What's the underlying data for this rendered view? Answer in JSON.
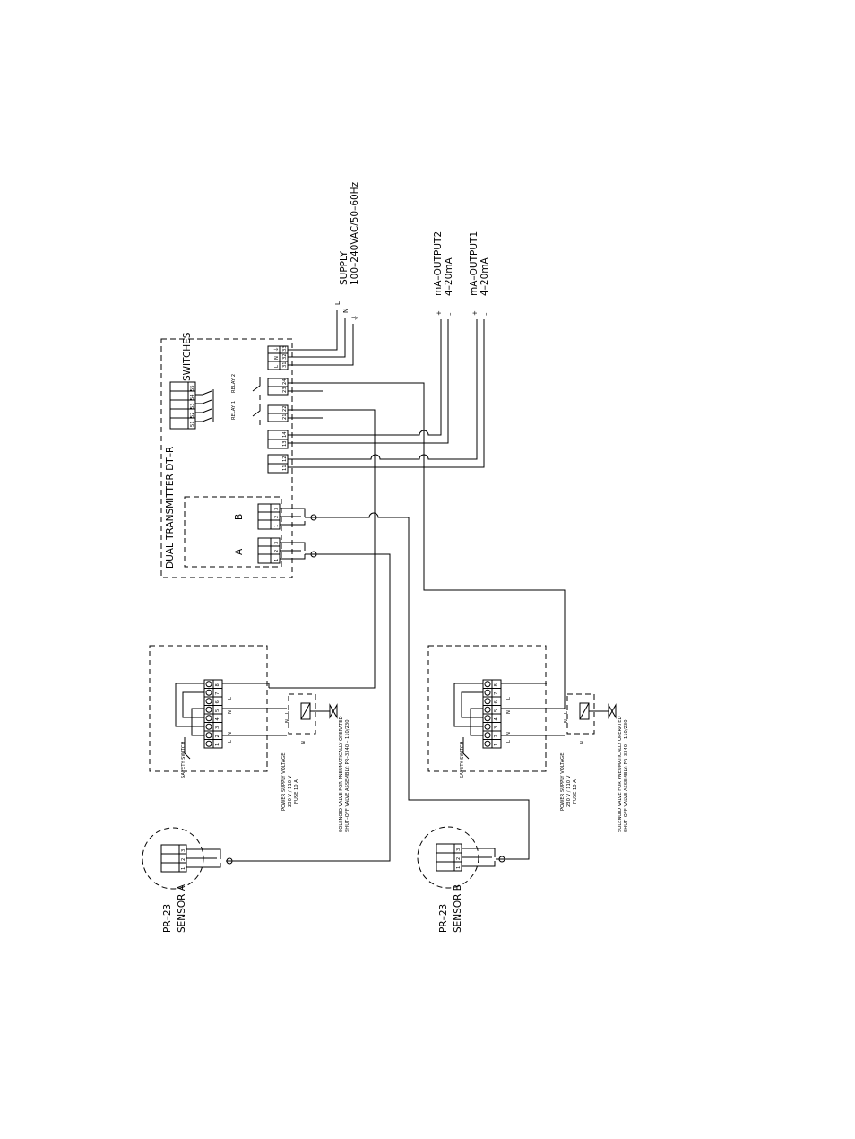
{
  "supply": {
    "title": "SUPPLY",
    "rating": "100–240VAC/50–60Hz",
    "L": "L",
    "N": "N",
    "PE": "⏚"
  },
  "output2": {
    "title": "mA–OUTPUT2",
    "range": "4–20mA",
    "plus": "+",
    "minus": "–"
  },
  "output1": {
    "title": "mA–OUTPUT1",
    "range": "4–20mA",
    "plus": "+",
    "minus": "–"
  },
  "transmitter": {
    "title": "DUAL TRANSMITTER DT–R",
    "switches_label": "SWITCHES",
    "relay1": "RELAY 1",
    "relay2": "RELAY 2",
    "channel_a": "A",
    "channel_b": "B",
    "channel_pins": [
      "1",
      "2",
      "3"
    ],
    "switch_terminals": [
      "51",
      "52",
      "53",
      "54",
      "55"
    ],
    "relay1_terminals": [
      "21",
      "22"
    ],
    "relay2_terminals": [
      "23",
      "24"
    ],
    "out2_terminals": [
      "13",
      "14"
    ],
    "out1_terminals": [
      "11",
      "12"
    ],
    "supply_terminals": [
      "31",
      "32",
      "33"
    ],
    "supply_letters": [
      "L",
      "N",
      "⏚"
    ]
  },
  "safety_a": {
    "terminals": [
      "1",
      "2",
      "3",
      "4",
      "5",
      "6",
      "7",
      "8"
    ],
    "switch_label": "SAFETY SWITCH",
    "power_voltage": "POWER SUPPLY VOLTAGE",
    "power_values": "230 V / 110 V",
    "fuse": "FUSE 10 A",
    "solenoid_line1": "SOLENOID VALVE FOR PNEUMATICALLY OPERATED",
    "solenoid_line2": "SHUT–OFF VALVE ASSEMBLY: PR–3340 – 110/230",
    "L": "L",
    "N": "N"
  },
  "safety_b": {
    "terminals": [
      "1",
      "2",
      "3",
      "4",
      "5",
      "6",
      "7",
      "8"
    ],
    "switch_label": "SAFETY SWITCH",
    "power_voltage": "POWER SUPPLY VOLTAGE",
    "power_values": "230 V / 110 V",
    "fuse": "FUSE 10 A",
    "solenoid_line1": "SOLENOID VALVE FOR PNEUMATICALLY OPERATED",
    "solenoid_line2": "SHUT–OFF VALVE ASSEMBLY: PR–3340 – 110/230",
    "L": "L",
    "N": "N"
  },
  "sensor_a": {
    "model": "PR–23",
    "name": "SENSOR A",
    "pins": [
      "1",
      "2",
      "3"
    ]
  },
  "sensor_b": {
    "model": "PR–23",
    "name": "SENSOR B",
    "pins": [
      "1",
      "2",
      "3"
    ]
  }
}
